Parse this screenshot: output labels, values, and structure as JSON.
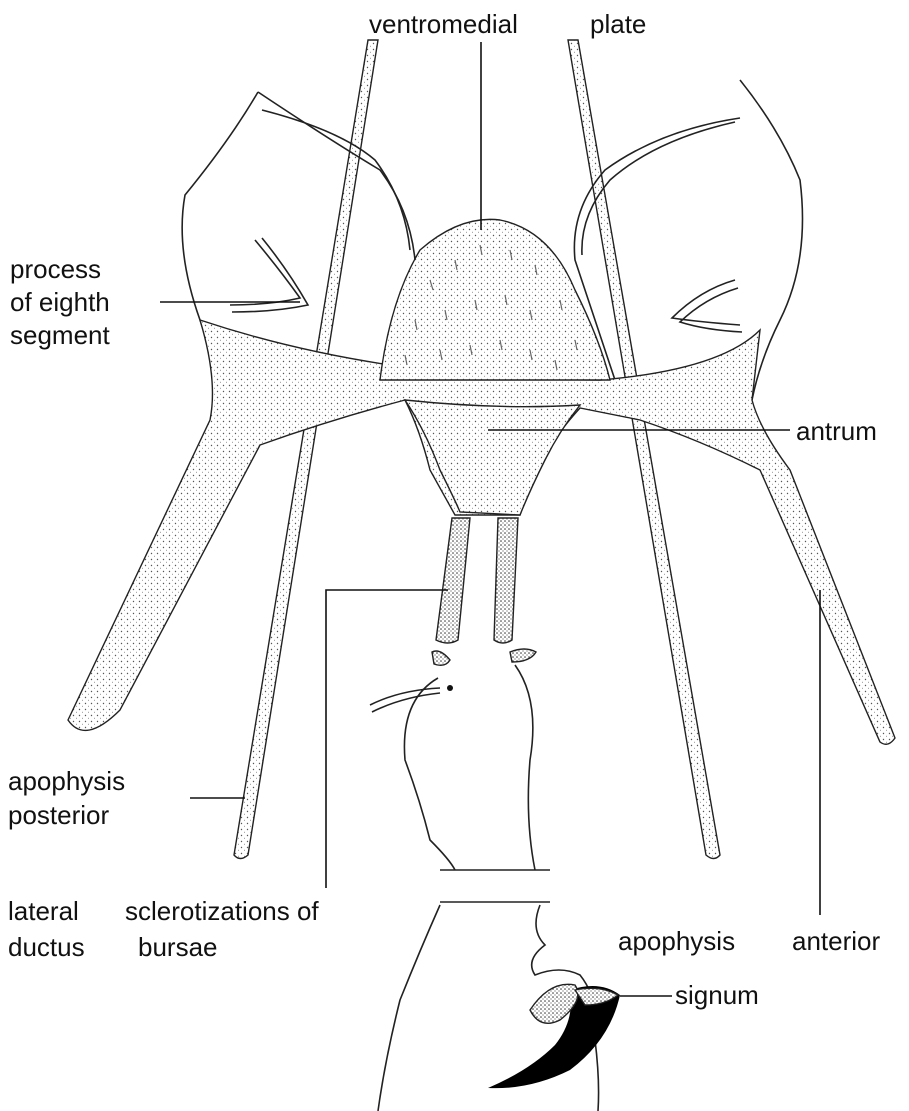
{
  "labels": {
    "ventromedial": "ventromedial",
    "plate": "plate",
    "process": "process",
    "of_eighth": "of eighth",
    "segment": "segment",
    "antrum": "antrum",
    "apophysis_posterior_1": "apophysis",
    "apophysis_posterior_2": "posterior",
    "lateral": "lateral",
    "ductus": "ductus",
    "sclerotizations_of": "sclerotizations of",
    "bursae": "bursae",
    "apophysis_anterior_1": "apophysis",
    "apophysis_anterior_2": "anterior",
    "signum": "signum"
  },
  "colors": {
    "ink": "#111111",
    "background": "#ffffff",
    "signum_fill": "#000000"
  }
}
